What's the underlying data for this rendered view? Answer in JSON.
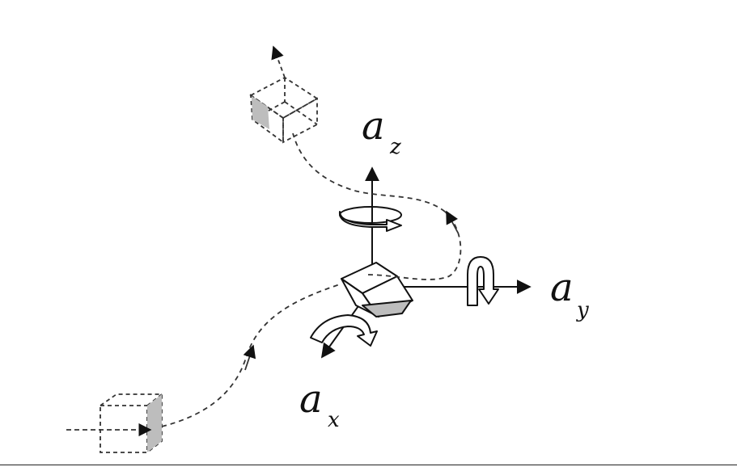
{
  "diagram": {
    "axes": [
      {
        "id": "z",
        "symbol": "a",
        "subscript": "z"
      },
      {
        "id": "y",
        "symbol": "a",
        "subscript": "y"
      },
      {
        "id": "x",
        "symbol": "a",
        "subscript": "x"
      }
    ]
  },
  "colors": {
    "stroke": "#222222",
    "dashed": "#333333",
    "face_fill": "#bdbdbd",
    "background": "#ffffff"
  },
  "icons": [
    "cube-icon",
    "rotation-arrow-icon",
    "arrowhead-icon"
  ]
}
